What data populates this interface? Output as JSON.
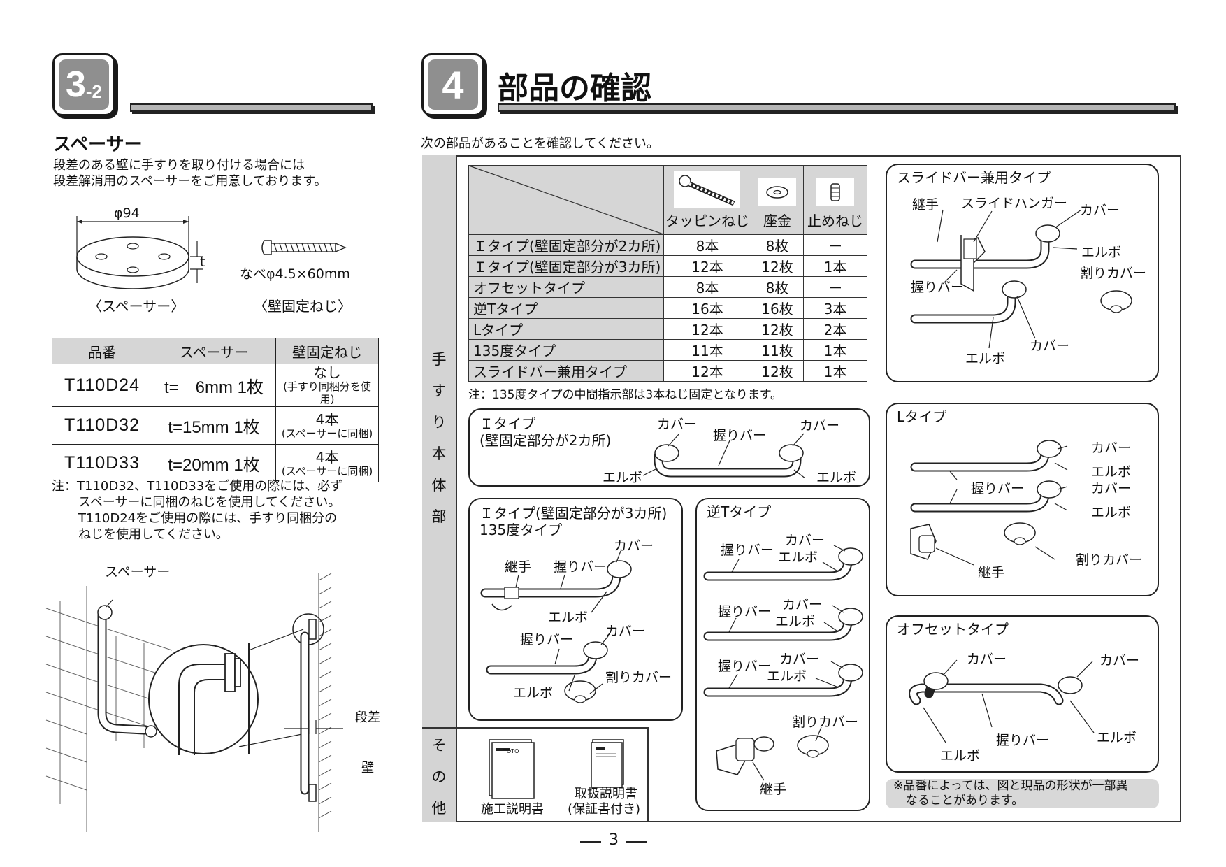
{
  "left": {
    "badge_main": "3",
    "badge_sub": "-2",
    "title": "スペーサー",
    "intro": [
      "段差のある壁に手すりを取り付ける場合には",
      "段差解消用のスペーサーをご用意しております。"
    ],
    "dim_phi": "φ94",
    "dim_t": "t",
    "screw_spec": "なべφ4.5×60mm",
    "caption_spacer": "〈スペーサー〉",
    "caption_screw": "〈壁固定ねじ〉",
    "table": {
      "headers": [
        "品番",
        "スペーサー",
        "壁固定ねじ"
      ],
      "rows": [
        {
          "code": "T110D24",
          "spacer": "t=　6mm 1枚",
          "screw_main": "なし",
          "screw_note": "(手すり同梱分を使用)"
        },
        {
          "code": "T110D32",
          "spacer": "t=15mm 1枚",
          "screw_main": "4本",
          "screw_note": "(スペーサーに同梱)"
        },
        {
          "code": "T110D33",
          "spacer": "t=20mm 1枚",
          "screw_main": "4本",
          "screw_note": "(スペーサーに同梱)"
        }
      ]
    },
    "notes": [
      "注：T110D32、T110D33をご使用の際には、必ず",
      "スペーサーに同梱のねじを使用してください。",
      "T110D24をご使用の際には、手すり同梱分の",
      "ねじを使用してください。"
    ],
    "illus_spacer": "スペーサー",
    "illus_step": "段差",
    "illus_wall": "壁"
  },
  "right": {
    "badge": "4",
    "title": "部品の確認",
    "intro": "次の部品があることを確認してください。",
    "side_main": [
      "手",
      "す",
      "り",
      "本",
      "体",
      "部"
    ],
    "side_other": [
      "そ",
      "の",
      "他"
    ],
    "table": {
      "headers": [
        "タッピンねじ",
        "座金",
        "止めねじ"
      ],
      "rows": [
        {
          "name": "Ｉタイプ(壁固定部分が2カ所)",
          "v": [
            "8本",
            "8枚",
            "ー"
          ]
        },
        {
          "name": "Ｉタイプ(壁固定部分が3カ所)",
          "v": [
            "12本",
            "12枚",
            "1本"
          ]
        },
        {
          "name": "オフセットタイプ",
          "v": [
            "8本",
            "8枚",
            "ー"
          ]
        },
        {
          "name": "逆Tタイプ",
          "v": [
            "16本",
            "16枚",
            "3本"
          ]
        },
        {
          "name": "Lタイプ",
          "v": [
            "12本",
            "12枚",
            "2本"
          ]
        },
        {
          "name": "135度タイプ",
          "v": [
            "11本",
            "11枚",
            "1本"
          ]
        },
        {
          "name": "スライドバー兼用タイプ",
          "v": [
            "12本",
            "12枚",
            "1本"
          ]
        }
      ],
      "note": "注：135度タイプの中間指示部は3本ねじ固定となります。"
    },
    "labels": {
      "cover": "カバー",
      "elbow": "エルボ",
      "grip": "握りバー",
      "joint": "継手",
      "split_cover": "割りカバー",
      "slide_hanger": "スライドハンガー"
    },
    "box_slide": "スライドバー兼用タイプ",
    "box_i2": [
      "Ｉタイプ",
      "(壁固定部分が2カ所)"
    ],
    "box_l": "Lタイプ",
    "box_i3": [
      "Ｉタイプ(壁固定部分が3カ所)",
      "135度タイプ"
    ],
    "box_rt": "逆Tタイプ",
    "box_offset": "オフセットタイプ",
    "doc1": "施工説明書",
    "doc2": [
      "取扱説明書",
      "(保証書付き)"
    ],
    "doc_brand": "TOTO",
    "disclaimer": [
      "※品番によっては、図と現品の形状が一部異",
      "なることがあります。"
    ]
  },
  "page_number": "3"
}
